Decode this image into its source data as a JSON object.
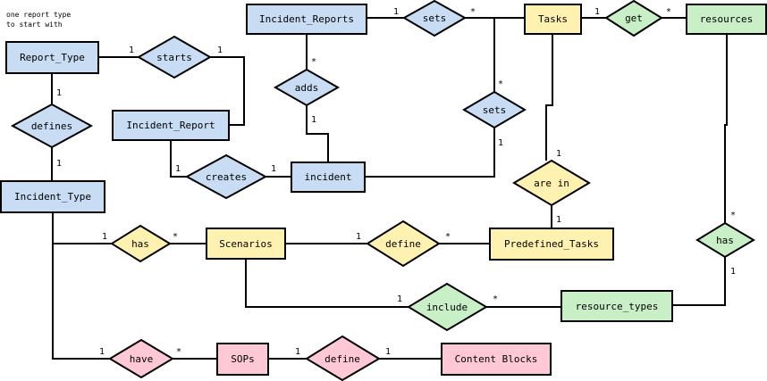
{
  "note": [
    "one report type",
    "to start with"
  ],
  "colors": {
    "blue": "#c8dcf3",
    "yellow": "#fff2b0",
    "green": "#c9efc6",
    "pink": "#ffc8d6"
  },
  "entities": {
    "report_type": "Report_Type",
    "incident_reports": "Incident_Reports",
    "incident_report": "Incident_Report",
    "incident_type": "Incident_Type",
    "incident": "incident",
    "tasks": "Tasks",
    "resources": "resources",
    "scenarios": "Scenarios",
    "predefined_tasks": "Predefined_Tasks",
    "resource_types": "resource_types",
    "sops": "SOPs",
    "content_blocks": "Content Blocks"
  },
  "relationships": {
    "starts": "starts",
    "defines": "defines",
    "sets_top": "sets",
    "adds": "adds",
    "creates": "creates",
    "sets_mid": "sets",
    "get": "get",
    "are_in": "are in",
    "has_scenarios": "has",
    "define_tasks": "define",
    "has_resources": "has",
    "include": "include",
    "have": "have",
    "define_blocks": "define"
  },
  "cardinalities": {
    "rt_starts": "1",
    "starts_ir": "1",
    "rt_defines": "1",
    "defines_it": "1",
    "irs_sets": "1",
    "sets_tasks": "*",
    "tasks_get": "1",
    "get_res": "*",
    "irs_adds": "*",
    "adds_inc": "1",
    "sets_mid_top": "*",
    "sets_mid_inc": "1",
    "ir_creates": "1",
    "creates_inc": "1",
    "tasks_arein": "1",
    "arein_pt": "1",
    "it_has": "1",
    "has_scen": "*",
    "scen_define": "1",
    "define_pt": "*",
    "res_has": "*",
    "has_rt": "1",
    "scen_include": "1",
    "include_rt": "*",
    "it_have": "1",
    "have_sops": "*",
    "sops_define": "1",
    "define_cb": "1"
  }
}
